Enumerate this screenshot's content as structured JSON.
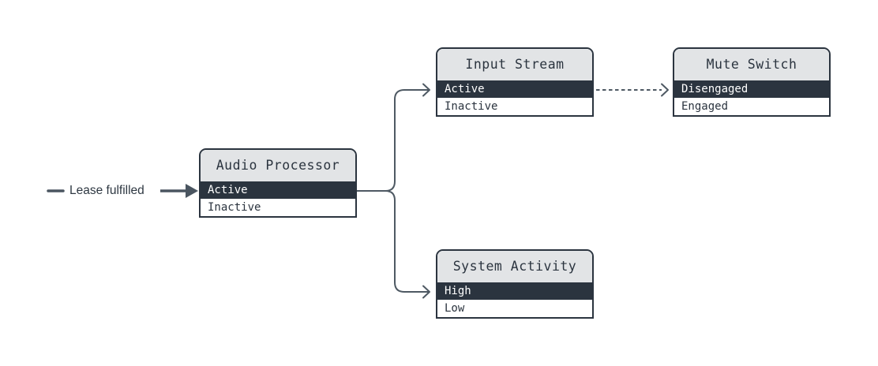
{
  "diagram": {
    "type": "state-machine",
    "entry_transition_label": "Lease fulfilled",
    "nodes": [
      {
        "id": "audio-processor",
        "title": "Audio Processor",
        "rows": [
          {
            "label": "Active",
            "active": true
          },
          {
            "label": "Inactive",
            "active": false
          }
        ]
      },
      {
        "id": "input-stream",
        "title": "Input Stream",
        "rows": [
          {
            "label": "Active",
            "active": true
          },
          {
            "label": "Inactive",
            "active": false
          }
        ]
      },
      {
        "id": "mute-switch",
        "title": "Mute Switch",
        "rows": [
          {
            "label": "Disengaged",
            "active": true
          },
          {
            "label": "Engaged",
            "active": false
          }
        ]
      },
      {
        "id": "system-activity",
        "title": "System Activity",
        "rows": [
          {
            "label": "High",
            "active": true
          },
          {
            "label": "Low",
            "active": false
          }
        ]
      }
    ],
    "edges": [
      {
        "from": "entry",
        "to": "audio-processor.Active",
        "label": "Lease fulfilled",
        "style": "solid-bold-arrow"
      },
      {
        "from": "audio-processor.Active",
        "to": "input-stream.Active",
        "style": "solid-branch"
      },
      {
        "from": "audio-processor.Active",
        "to": "system-activity.High",
        "style": "solid-branch"
      },
      {
        "from": "input-stream.Active",
        "to": "mute-switch.Disengaged",
        "style": "dashed"
      }
    ],
    "colors": {
      "background": "#ffffff",
      "node_border": "#2b343f",
      "header_bg": "#e2e4e6",
      "header_text": "#2b343f",
      "active_row_bg": "#2b343f",
      "active_row_text": "#ffffff",
      "inactive_row_bg": "#ffffff",
      "inactive_row_text": "#2b343f",
      "connector": "#4e5963",
      "entry_arrow": "#4a5560",
      "label_text": "#2e3842"
    }
  }
}
